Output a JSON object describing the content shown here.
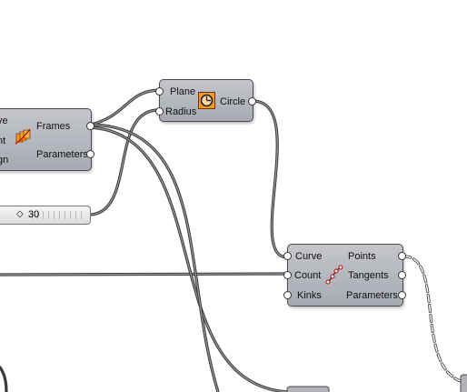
{
  "frames_component": {
    "inputs": [
      "ve",
      "nt",
      "gn"
    ],
    "outputs": [
      "Frames",
      "Parameters"
    ],
    "icon": "perp-frames-icon"
  },
  "circle_component": {
    "inputs": [
      "Plane",
      "Radius"
    ],
    "outputs": [
      "Circle"
    ],
    "icon": "circle-icon"
  },
  "slider": {
    "value": "30",
    "knob": "◇"
  },
  "divide_component": {
    "inputs": [
      "Curve",
      "Count",
      "Kinks"
    ],
    "outputs": [
      "Points",
      "Tangents",
      "Parameters"
    ],
    "icon": "divide-curve-icon"
  }
}
